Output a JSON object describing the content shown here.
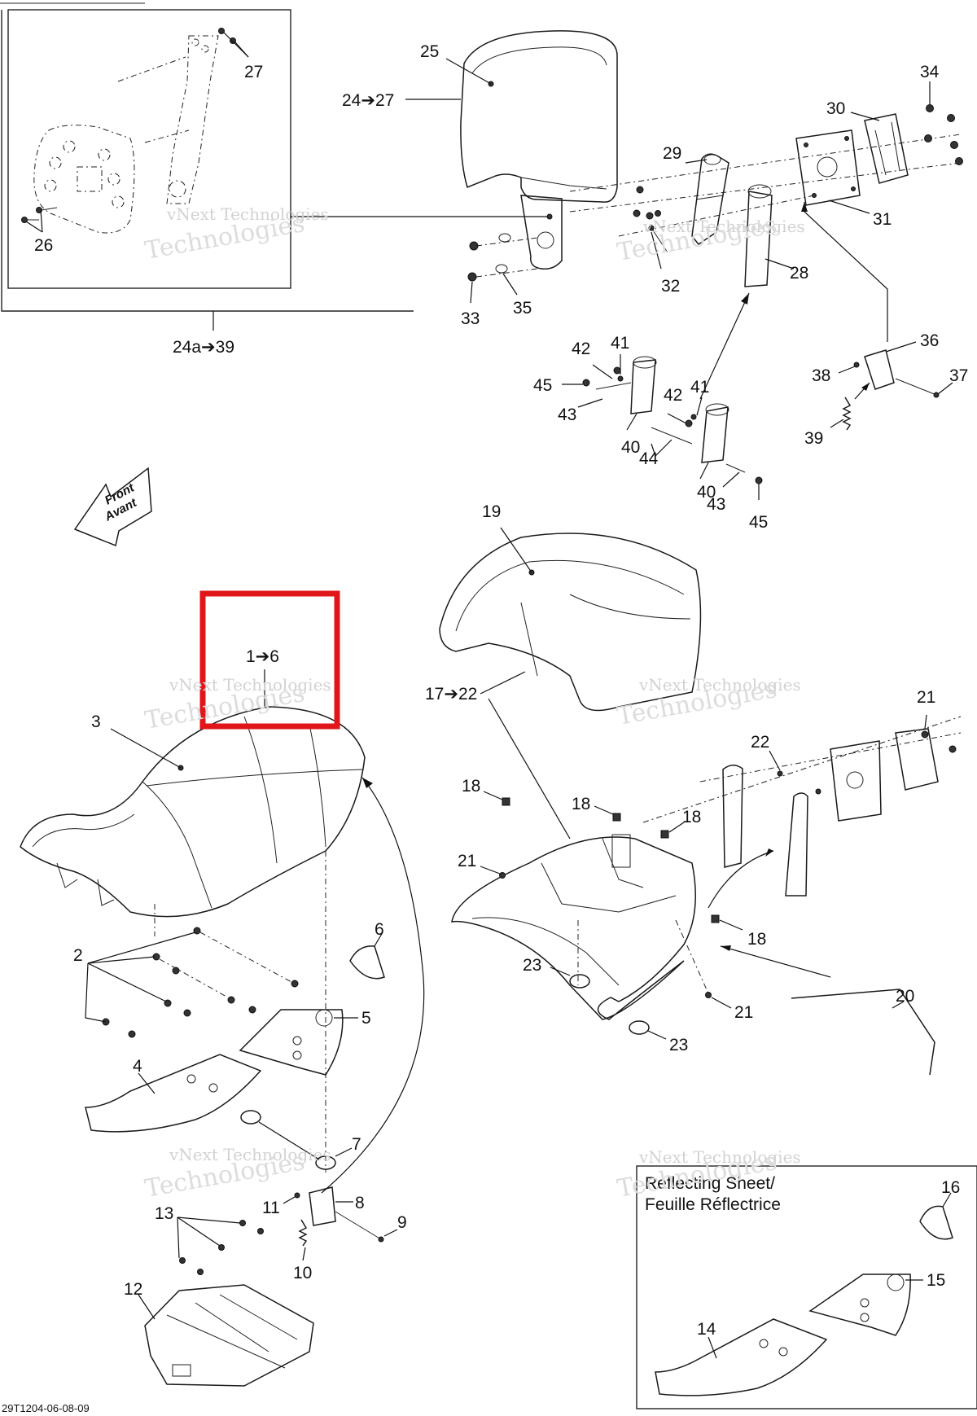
{
  "diagram": {
    "drawing_code": "29T1204-06-08-09",
    "front_arrow": {
      "line1": "Front",
      "line2": "Avant"
    },
    "reflect_note": {
      "line1": "Reflecting Sheet/",
      "line2": "Feuille Réflectrice"
    },
    "watermark": {
      "line1": "vNext Technologies",
      "line2": "Technologies"
    },
    "highlight_color": "#e0161b",
    "callouts": {
      "c25": "25",
      "c24_27": "24➔27",
      "c27": "27",
      "c26": "26",
      "c24a_39": "24a➔39",
      "c34": "34",
      "c30": "30",
      "c29": "29",
      "c31": "31",
      "c28": "28",
      "c32": "32",
      "c33": "33",
      "c35": "35",
      "c36": "36",
      "c37": "37",
      "c38": "38",
      "c39": "39",
      "c41a": "41",
      "c42a": "42",
      "c45a": "45",
      "c43a": "43",
      "c40a": "40",
      "c41b": "41",
      "c42b": "42",
      "c44": "44",
      "c40b": "40",
      "c43b": "43",
      "c45b": "45",
      "c19": "19",
      "c1_6": "1➔6",
      "c17_22": "17➔22",
      "c3": "3",
      "c21a": "21",
      "c22": "22",
      "c18a": "18",
      "c18b": "18",
      "c18c": "18",
      "c18d": "18",
      "c21b": "21",
      "c21c": "21",
      "c2": "2",
      "c6": "6",
      "c5": "5",
      "c4": "4",
      "c23a": "23",
      "c23b": "23",
      "c20": "20",
      "c7": "7",
      "c8": "8",
      "c11": "11",
      "c9": "9",
      "c13": "13",
      "c10": "10",
      "c12": "12",
      "c16": "16",
      "c15": "15",
      "c14": "14"
    }
  }
}
